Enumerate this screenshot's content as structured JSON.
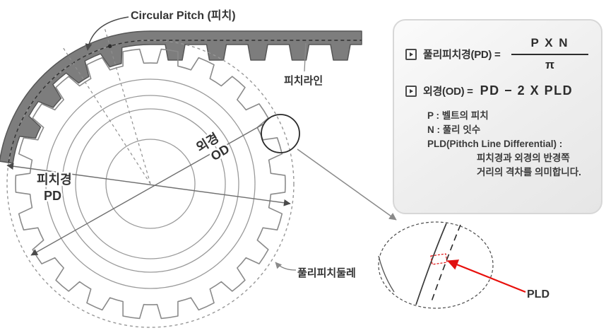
{
  "diagram": {
    "circular_pitch_label": "Circular Pitch (피치)",
    "pitch_line_label": "피치라인",
    "pd_label_kr": "피치경",
    "pd_label_en": "PD",
    "od_label_kr": "외경",
    "od_label_en": "OD",
    "pulley_pitch_circumference_label": "풀리피치둘레",
    "pld_label": "PLD",
    "colors": {
      "belt_fill": "#7d7d7d",
      "line_gray": "#8a8a8a",
      "accent_red": "#e01010"
    }
  },
  "formula_panel": {
    "pd_formula_label": "풀리피치경(PD) =",
    "pd_formula_numerator": "P X N",
    "pd_formula_denominator": "π",
    "od_formula_label": "외경(OD) =",
    "od_formula_expression": "PD − 2 X PLD",
    "legend_p": "P : 벨트의 피치",
    "legend_n": "N : 풀리 잇수",
    "legend_pld_title": "PLD(Pithch Line Differential) :",
    "legend_pld_desc_line1": "피치경과 외경의 반경쪽",
    "legend_pld_desc_line2": "거리의 격차를 의미합니다."
  }
}
